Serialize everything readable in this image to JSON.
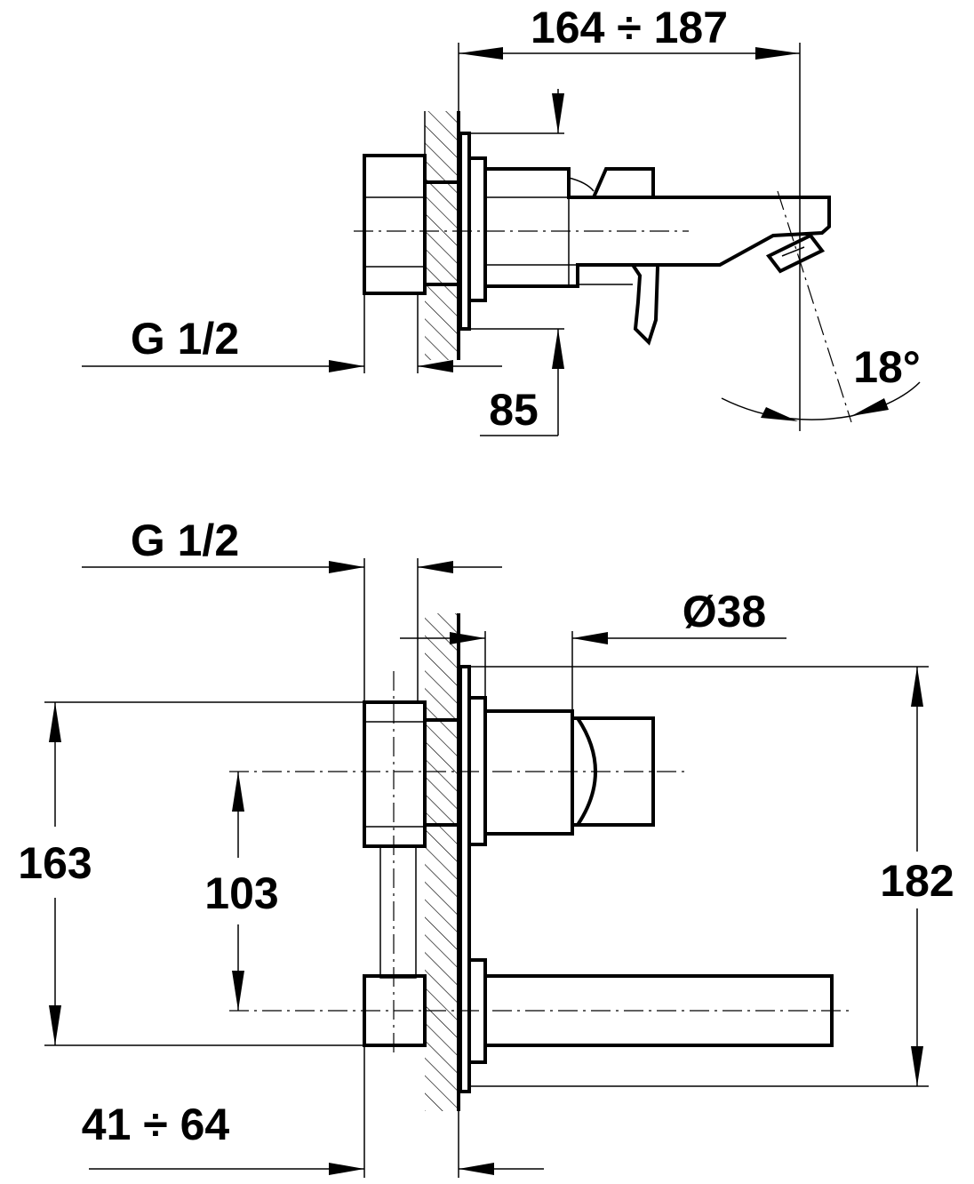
{
  "top_view": {
    "dim_total_length": "164 ÷ 187",
    "dim_thread": "G 1/2",
    "dim_height_85": "85",
    "dim_angle": "18°"
  },
  "bottom_view": {
    "dim_thread": "G 1/2",
    "dim_diameter": "Ø38",
    "dim_height_163": "163",
    "dim_axis_103": "103",
    "dim_height_182": "182",
    "dim_depth": "41 ÷ 64"
  }
}
